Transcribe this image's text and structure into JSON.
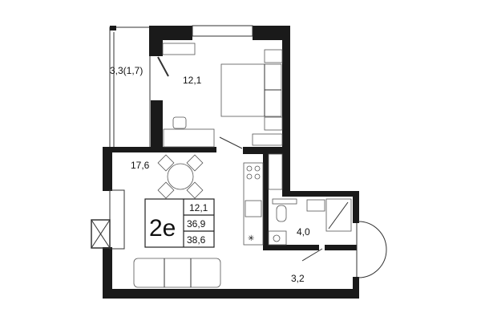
{
  "plan": {
    "apartment_type": "2e",
    "summary": {
      "living_area": "12,1",
      "total_area": "36,9",
      "total_with_balcony": "38,6"
    },
    "rooms": {
      "balcony": "3,3(1,7)",
      "bedroom": "12,1",
      "living_kitchen": "17,6",
      "bathroom": "4,0",
      "hallway": "3,2"
    }
  }
}
